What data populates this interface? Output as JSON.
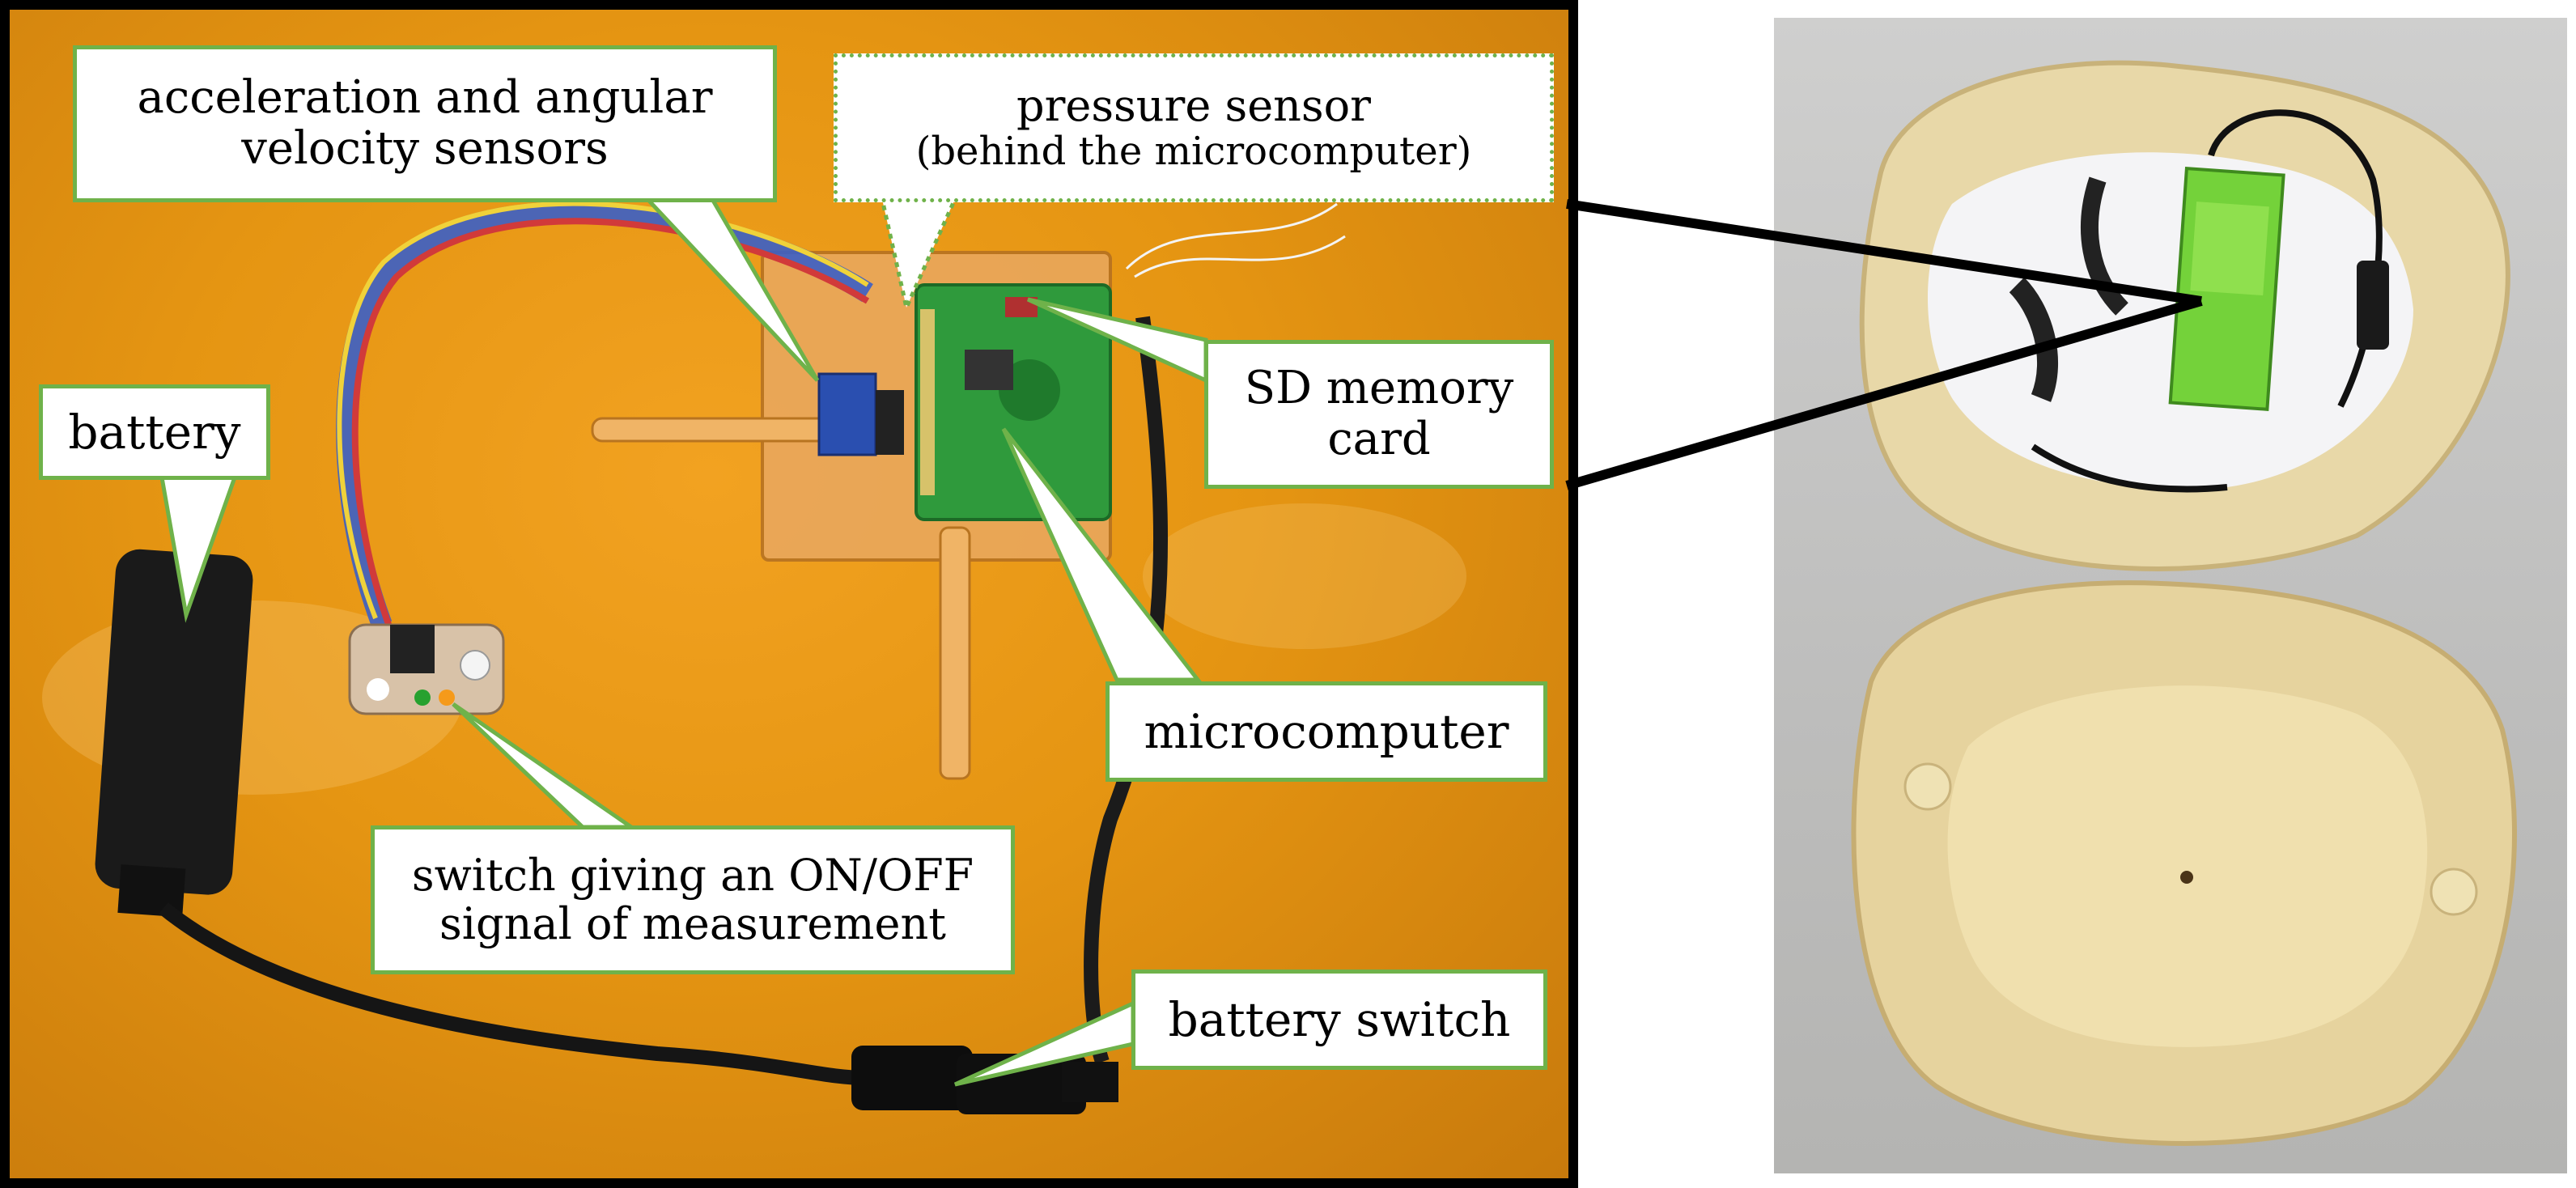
{
  "callouts": {
    "accel": {
      "line1": "acceleration and angular",
      "line2": "velocity sensors"
    },
    "pressure": {
      "line1": "pressure sensor",
      "line2": "(behind the microcomputer)"
    },
    "sd": {
      "line1": "SD memory",
      "line2": "card"
    },
    "battery": {
      "text": "battery"
    },
    "micro": {
      "text": "microcomputer"
    },
    "switch_onoff": {
      "line1": "switch giving an ON/OFF",
      "line2": "signal of measurement"
    },
    "battery_switch": {
      "text": "battery switch"
    }
  },
  "colors": {
    "callout_border": "#6fb24a",
    "board_green": "#2f9a3c",
    "table_orange": "#e59512"
  }
}
